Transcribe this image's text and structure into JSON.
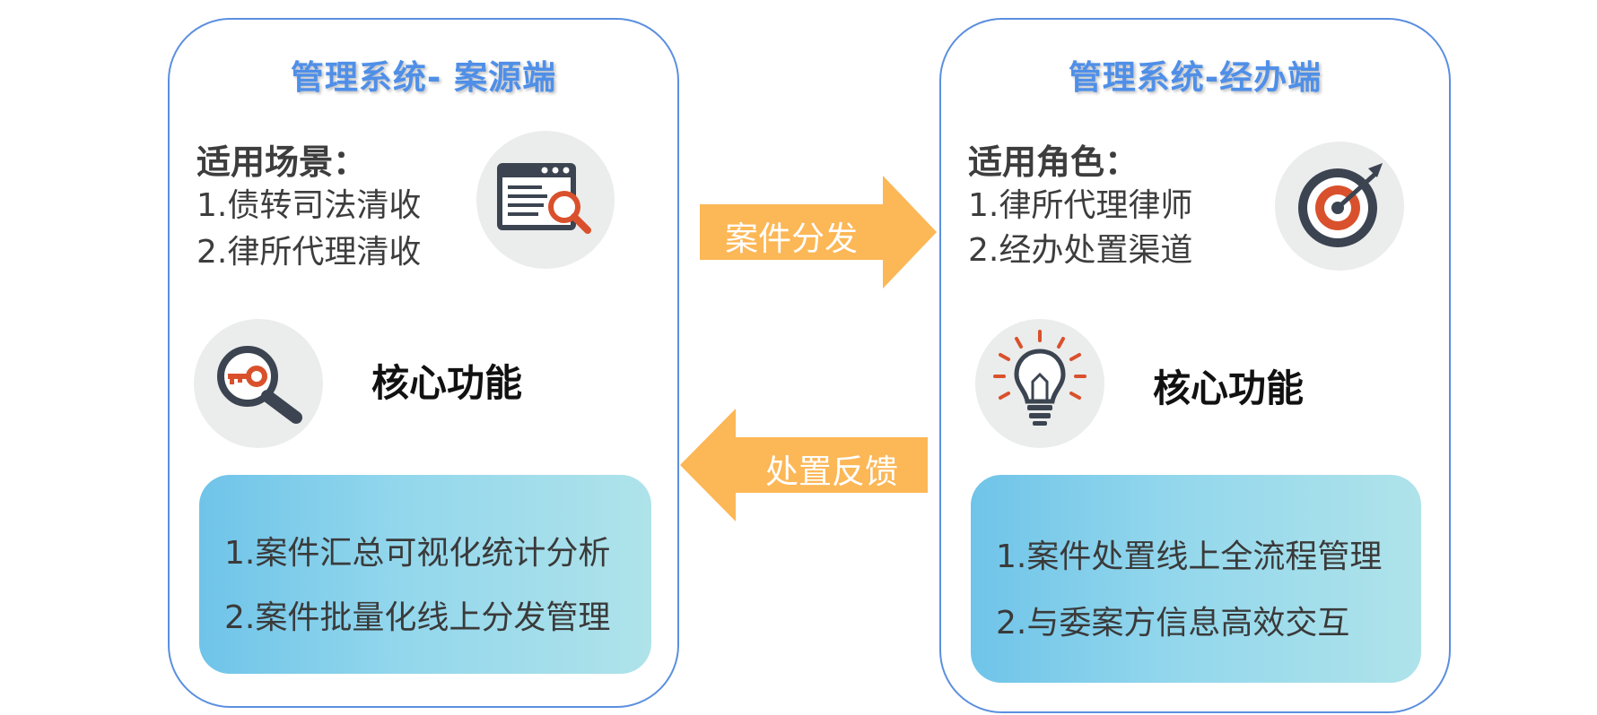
{
  "left": {
    "title": "管理系统- 案源端",
    "scene_head": "适用场景：",
    "scene_items": [
      "1.债转司法清收",
      "2.律所代理清收"
    ],
    "core_title": "核心功能",
    "features": [
      "1.案件汇总可视化统计分析",
      "2.案件批量化线上分发管理"
    ],
    "scene_icon": "browser-search-icon",
    "core_icon": "key-magnifier-icon"
  },
  "right": {
    "title": "管理系统-经办端",
    "scene_head": "适用角色：",
    "scene_items": [
      "1.律所代理律师",
      "2.经办处置渠道"
    ],
    "core_title": "核心功能",
    "features": [
      "1.案件处置线上全流程管理",
      "2.与委案方信息高效交互"
    ],
    "scene_icon": "target-icon",
    "core_icon": "lightbulb-icon"
  },
  "arrows": {
    "forward_label": "案件分发",
    "back_label": "处置反馈"
  },
  "colors": {
    "panel_border": "#5b8fe0",
    "title_blue": "#4f8fe8",
    "arrow_orange": "#fcb756",
    "icon_red": "#d9512c",
    "icon_dark": "#3b4450"
  }
}
